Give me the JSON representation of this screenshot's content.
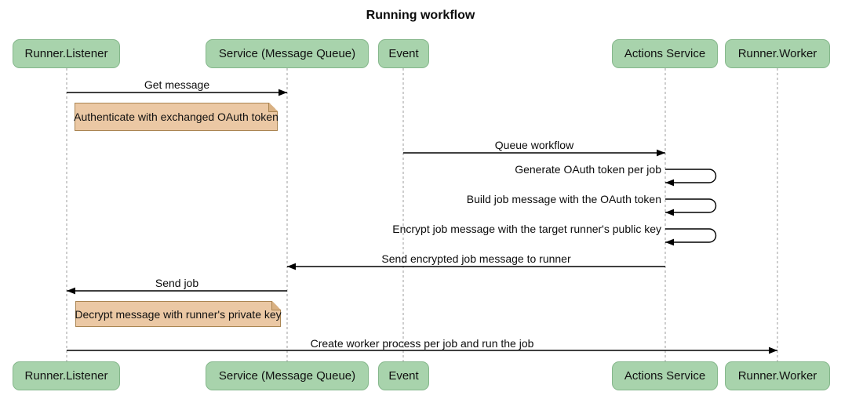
{
  "title": "Running workflow",
  "actors": [
    {
      "label": "Runner.Listener"
    },
    {
      "label": "Service (Message Queue)"
    },
    {
      "label": "Event"
    },
    {
      "label": "Actions Service"
    },
    {
      "label": "Runner.Worker"
    }
  ],
  "messages": [
    {
      "label": "Get message",
      "from": "Runner.Listener",
      "to": "Service (Message Queue)"
    },
    {
      "label": "Queue workflow",
      "from": "Event",
      "to": "Actions Service"
    },
    {
      "label": "Generate OAuth token per job",
      "from": "Actions Service",
      "to": "Actions Service"
    },
    {
      "label": "Build job message with the OAuth token",
      "from": "Actions Service",
      "to": "Actions Service"
    },
    {
      "label": "Encrypt job message with the target runner's public key",
      "from": "Actions Service",
      "to": "Actions Service"
    },
    {
      "label": "Send encrypted job message to runner",
      "from": "Actions Service",
      "to": "Service (Message Queue)"
    },
    {
      "label": "Send job",
      "from": "Service (Message Queue)",
      "to": "Runner.Listener"
    },
    {
      "label": "Create worker process per job and run the job",
      "from": "Runner.Listener",
      "to": "Runner.Worker"
    }
  ],
  "notes": [
    {
      "label": "Authenticate with exchanged OAuth token",
      "over": "Runner.Listener"
    },
    {
      "label": "Decrypt message with runner's private key",
      "over": "Runner.Listener"
    }
  ],
  "colors": {
    "actor_fill": "#a8d3ac",
    "actor_border": "#85b78b",
    "note_fill": "#ebc8a4",
    "note_border": "#aa8552",
    "note_fold": "#d9b183",
    "lifeline": "#9e9e9e",
    "arrow": "#000000"
  }
}
